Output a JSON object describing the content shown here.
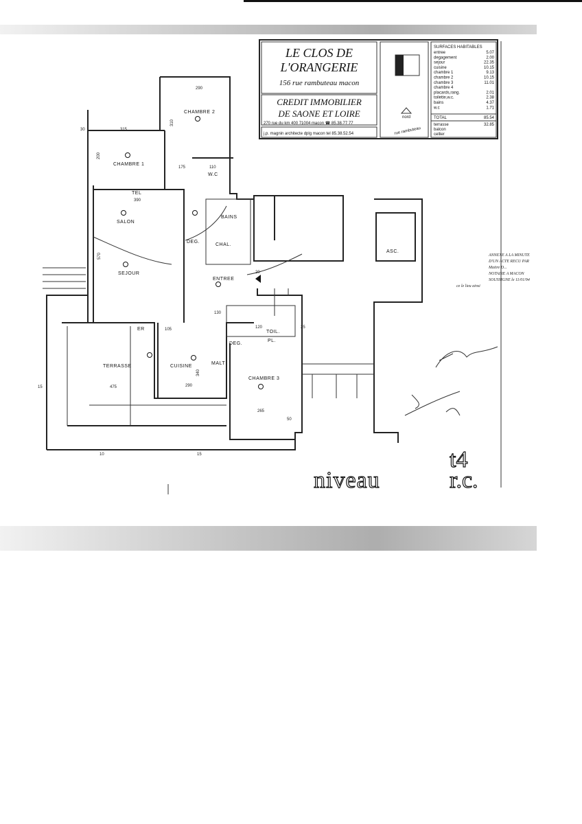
{
  "title_block": {
    "name_line1": "LE CLOS DE",
    "name_line2": "L'ORANGERIE",
    "address": "156 rue rambuteau macon",
    "developer_line1": "CREDIT IMMOBILIER",
    "developer_line2": "DE SAONE ET LOIRE",
    "developer_address": "270 rue du km 400   71004 macon  ☎ 85.38.77.77",
    "architect": "j.p. magnin architecte dplg  macon  tel 85.38.52.54",
    "north_label": "nord",
    "street_label": "rue rambuteau"
  },
  "surfaces": {
    "header": "SURFACES HABITABLES",
    "rows": [
      {
        "label": "entree",
        "value": "5.07"
      },
      {
        "label": "degagement",
        "value": "2.00"
      },
      {
        "label": "sejour",
        "value": "22.35"
      },
      {
        "label": "cuisine",
        "value": "10.15"
      },
      {
        "label": "chambre 1",
        "value": "9.13"
      },
      {
        "label": "chambre 2",
        "value": "10.15"
      },
      {
        "label": "chambre 3",
        "value": "11.01"
      },
      {
        "label": "chambre 4",
        "value": ""
      },
      {
        "label": "placards,rang.",
        "value": "2.01"
      },
      {
        "label": "toilette,w.c.",
        "value": "2.38"
      },
      {
        "label": "bains",
        "value": "4.37"
      },
      {
        "label": "w.c",
        "value": "1.71"
      }
    ],
    "total_label": "TOTAL",
    "total_value": "85.54",
    "extra": [
      {
        "label": "terrasse",
        "value": "32.85"
      },
      {
        "label": "balcon",
        "value": ""
      },
      {
        "label": "cellier",
        "value": ""
      }
    ]
  },
  "rooms": {
    "chambre2": "CHAMBRE 2",
    "chambre1": "CHAMBRE 1",
    "salon": "SALON",
    "sejour": "SEJOUR",
    "entree": "ENTREE",
    "terrasse": "TERRASSE",
    "cuisine": "CUISINE",
    "chambre3": "CHAMBRE 3",
    "bains": "BAINS",
    "wc": "W.C",
    "deg1": "DEG.",
    "chal": "CHAL.",
    "deg2": "DEG.",
    "toil": "TOIL.",
    "pl": "PL.",
    "asc": "ASC.",
    "malt": "MALT",
    "tel": "TEL",
    "er": "ER"
  },
  "dimensions": {
    "d290a": "290",
    "d315": "315",
    "d310": "310",
    "d175": "175",
    "d110": "110",
    "d390": "390",
    "d570": "570",
    "d475": "475",
    "d290b": "290",
    "d265": "265",
    "d105": "105",
    "d120": "120",
    "d15a": "15",
    "d30": "30",
    "d20": "20",
    "d25": "25",
    "d130": "130",
    "d340": "340",
    "d200": "200",
    "d50": "50",
    "d10": "10",
    "d15b": "15"
  },
  "annex_stamp": {
    "lines": [
      "ANNEXE A LA MINUTE",
      "D'UN ACTE RECU PAR",
      "Maitre D...",
      "NOTAIRE A MACON",
      "SOUSSIGNE le 11/01/94",
      "ce le lieu ainsi"
    ]
  },
  "level": {
    "word": "niveau",
    "type": "t4",
    "floor": "r.c."
  }
}
